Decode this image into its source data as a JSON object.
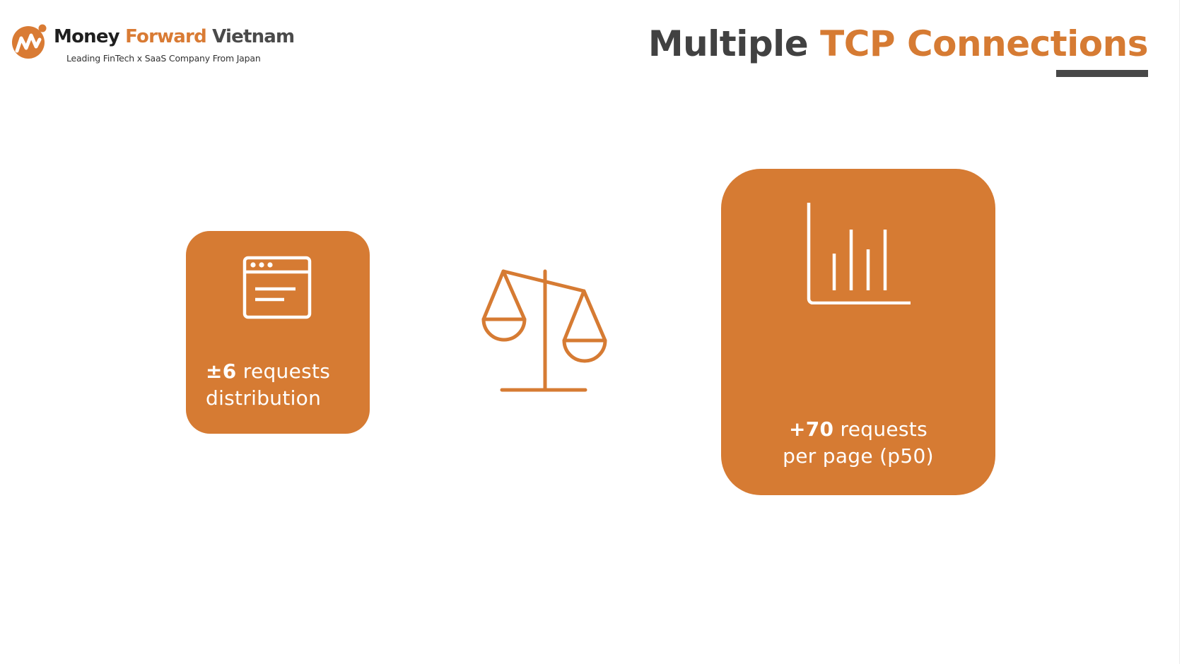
{
  "logo": {
    "name_part1": "Money",
    "name_part2": "Forward",
    "name_part3": "Vietnam",
    "tagline": "Leading FinTech x SaaS Company From Japan"
  },
  "title": {
    "part1": "Multiple",
    "part2": "TCP Connections"
  },
  "colors": {
    "accent": "#d67b33",
    "title_dark": "#414141",
    "underline": "#474747",
    "card_text": "#ffffff"
  },
  "cards": [
    {
      "icon": "browser-window-icon",
      "highlight": "±6",
      "text_rest": "requests",
      "line2": "distribution"
    },
    {
      "icon": "bar-chart-icon",
      "highlight": "+70",
      "text_rest": "requests",
      "line2": "per page (p50)"
    }
  ],
  "center_icon": "balance-scale-icon"
}
